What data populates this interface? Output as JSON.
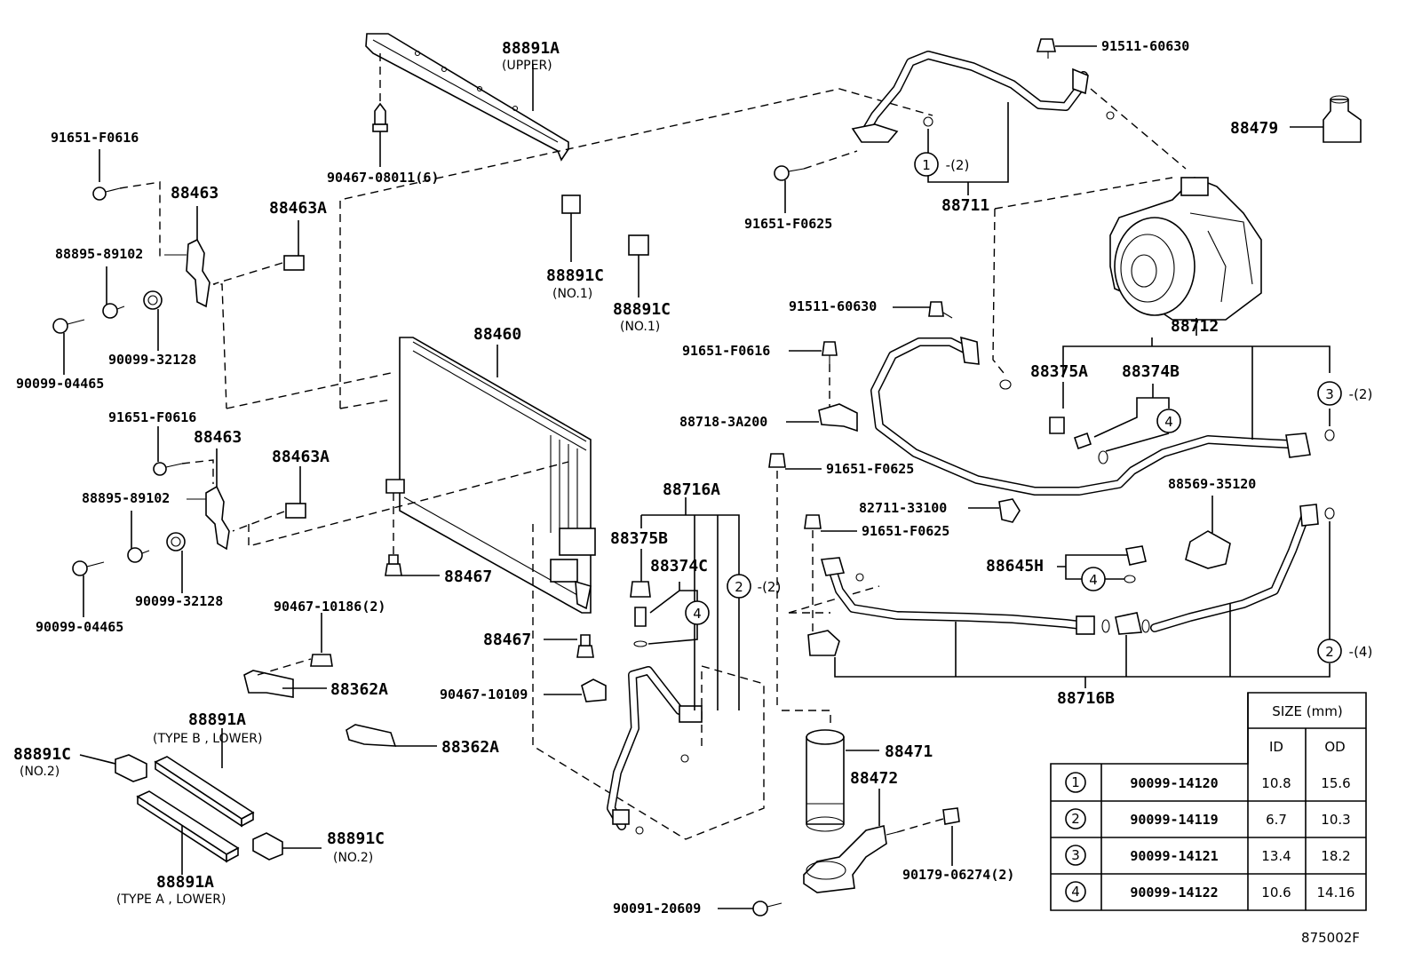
{
  "labels": {
    "p88891A_upper": "88891A",
    "upper": "(UPPER)",
    "p90467_08011": "90467-08011(6)",
    "p91651_F0616_a": "91651-F0616",
    "p88463_a": "88463",
    "p88463A_a": "88463A",
    "p88895_a": "88895-89102",
    "p90099_04465_a": "90099-04465",
    "p90099_32128_a": "90099-32128",
    "p88891C_1a": "88891C",
    "no1_a": "(NO.1)",
    "p88891C_1b": "88891C",
    "no1_b": "(NO.1)",
    "p88460": "88460",
    "p91651_F0616_b": "91651-F0616",
    "p88463_b": "88463",
    "p88463A_b": "88463A",
    "p88895_b": "88895-89102",
    "p90099_04465_b": "90099-04465",
    "p90099_32128_b": "90099-32128",
    "p88467_a": "88467",
    "p88467_b": "88467",
    "p90467_10186": "90467-10186(2)",
    "p88362A_a": "88362A",
    "p88362A_b": "88362A",
    "p88891A_b": "88891A",
    "typeB": "(TYPE B , LOWER)",
    "p88891C_2a": "88891C",
    "no2_a": "(NO.2)",
    "p88891C_2b": "88891C",
    "no2_b": "(NO.2)",
    "p88891A_a": "88891A",
    "typeA": "(TYPE A , LOWER)",
    "p90467_10109": "90467-10109",
    "p88716A": "88716A",
    "p88375B": "88375B",
    "p88374C": "88374C",
    "p91511_60630_a": "91511-60630",
    "p88479": "88479",
    "p91651_F0625_a": "91651-F0625",
    "p88711": "88711",
    "p91511_60630_b": "91511-60630",
    "p88712": "88712",
    "p91651_F0616_c": "91651-F0616",
    "p88375A": "88375A",
    "p88374B": "88374B",
    "p88718": "88718-3A200",
    "p91651_F0625_b": "91651-F0625",
    "p82711": "82711-33100",
    "p91651_F0625_c": "91651-F0625",
    "p88569": "88569-35120",
    "p88645H": "88645H",
    "p88716B": "88716B",
    "p88471": "88471",
    "p88472": "88472",
    "p90179": "90179-06274(2)",
    "p90091": "90091-20609",
    "ref_code": "875002F"
  },
  "callouts": {
    "c1_top": {
      "num": "1",
      "qty": "-(2)"
    },
    "c2_mid": {
      "num": "2",
      "qty": "-(2)"
    },
    "c3_right": {
      "num": "3",
      "qty": "-(2)"
    },
    "c2_right": {
      "num": "2",
      "qty": "-(4)"
    },
    "c4_88374B": {
      "num": "4"
    },
    "c4_88374C": {
      "num": "4"
    },
    "c4_88645H": {
      "num": "4"
    }
  },
  "size_table": {
    "header": "SIZE (mm)",
    "col_id": "ID",
    "col_od": "OD",
    "rows": [
      {
        "ref": "1",
        "part": "90099-14120",
        "id": "10.8",
        "od": "15.6"
      },
      {
        "ref": "2",
        "part": "90099-14119",
        "id": "6.7",
        "od": "10.3"
      },
      {
        "ref": "3",
        "part": "90099-14121",
        "id": "13.4",
        "od": "18.2"
      },
      {
        "ref": "4",
        "part": "90099-14122",
        "id": "10.6",
        "od": "14.16"
      }
    ]
  }
}
